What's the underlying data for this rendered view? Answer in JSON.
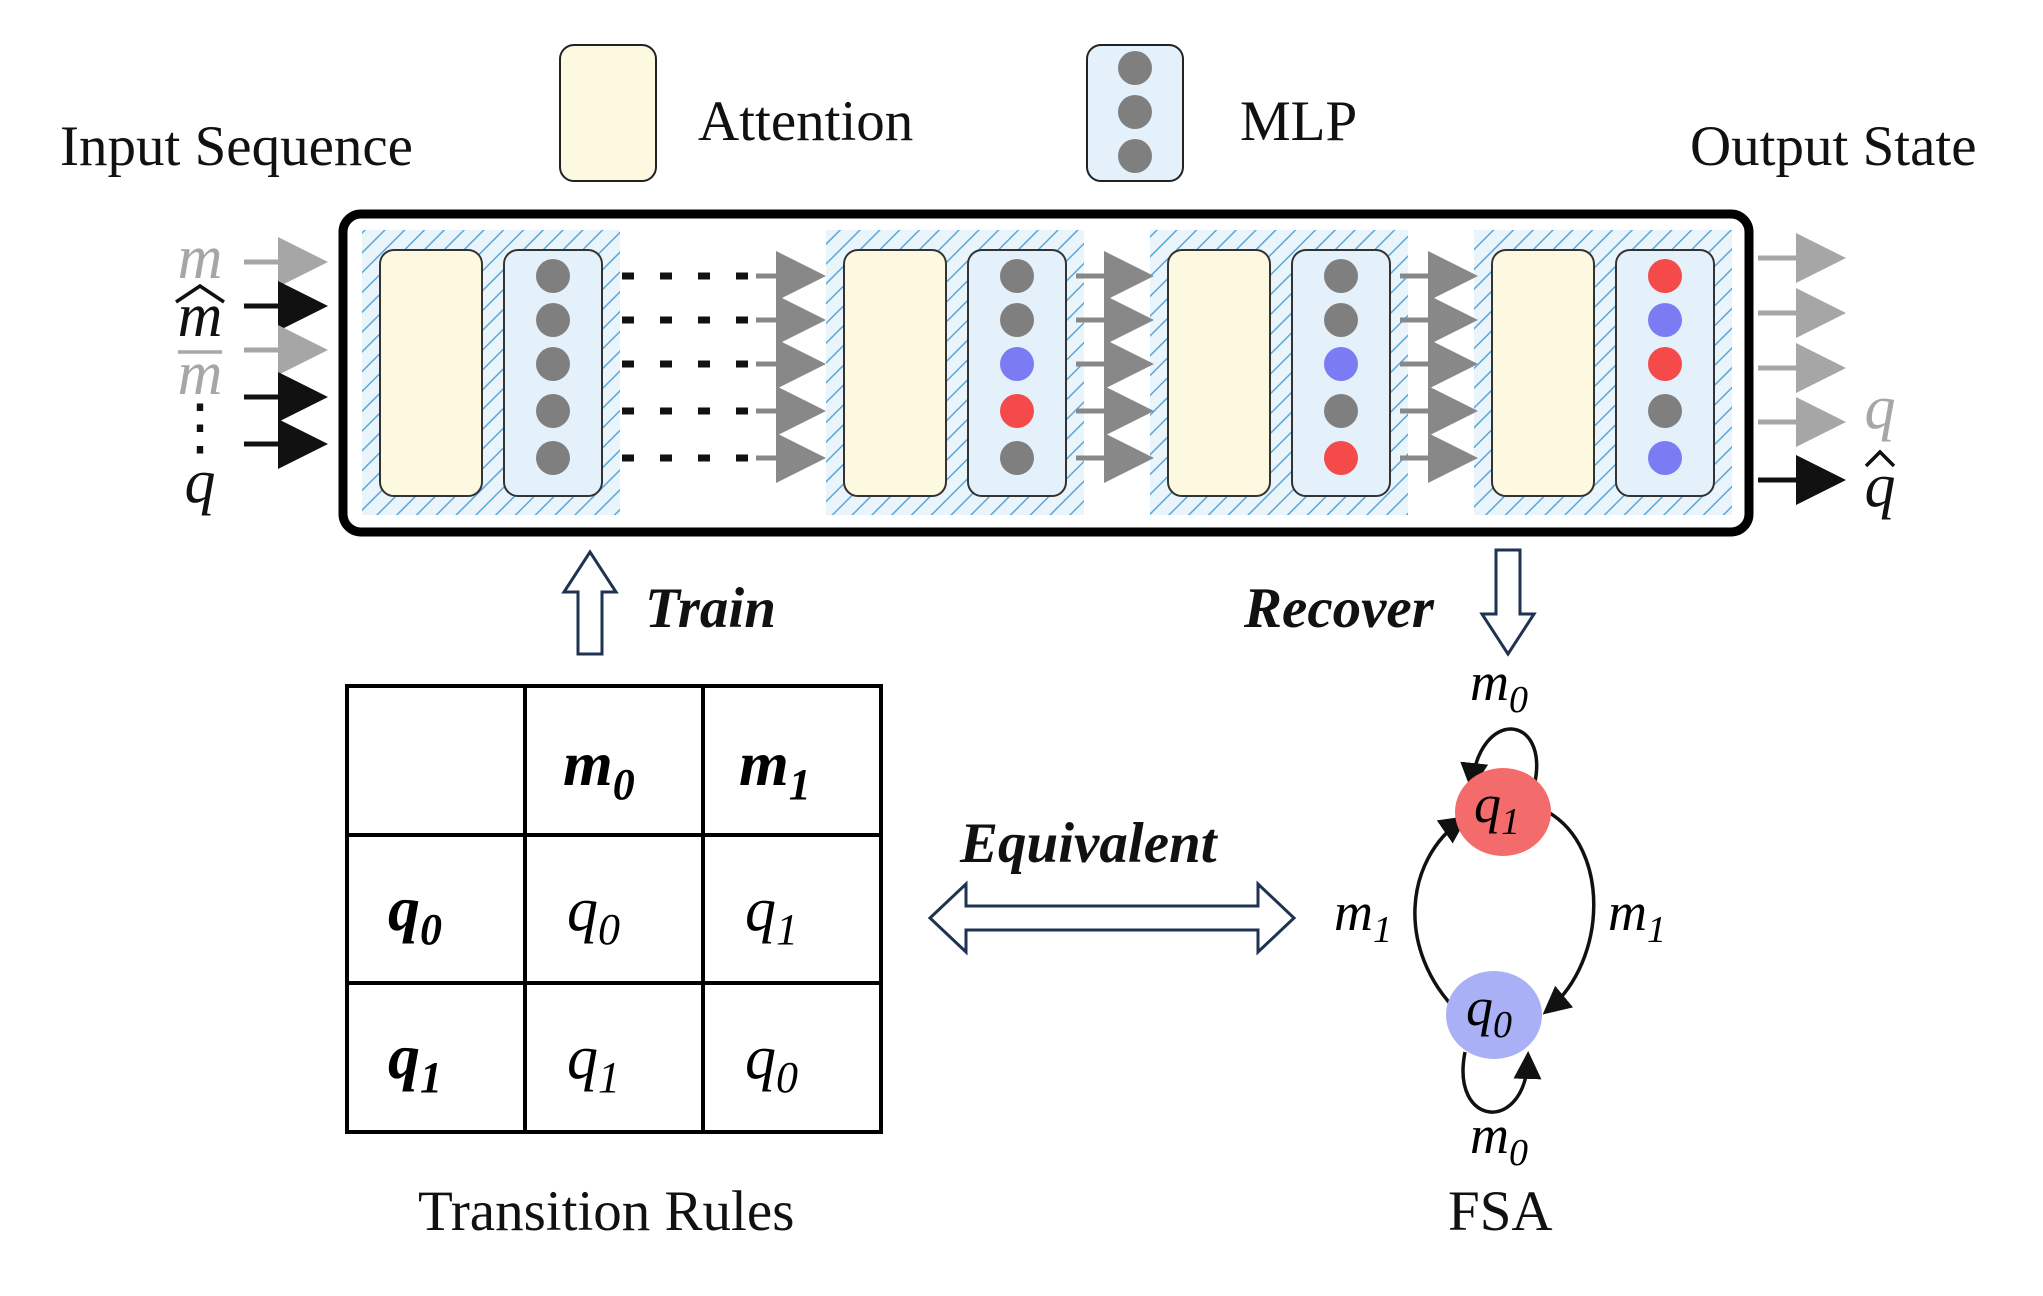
{
  "legend": {
    "attention_label": "Attention",
    "mlp_label": "MLP"
  },
  "input_sequence_label": "Input Sequence",
  "output_state_label": "Output State",
  "input_tokens": [
    {
      "glyph": "m",
      "accent": "",
      "color": "#a6a6a6"
    },
    {
      "glyph": "m",
      "accent": "hat",
      "color": "#111111"
    },
    {
      "glyph": "m",
      "accent": "bar",
      "color": "#a6a6a6"
    },
    {
      "glyph": "⋮",
      "accent": "",
      "color": "#111111"
    },
    {
      "glyph": "q",
      "accent": "",
      "color": "#111111"
    }
  ],
  "output_tokens": [
    {
      "glyph": "q",
      "accent": "",
      "color": "#a6a6a6"
    },
    {
      "glyph": "q",
      "accent": "hat",
      "color": "#111111"
    }
  ],
  "mlp_columns": [
    [
      "#7f7f7f",
      "#7f7f7f",
      "#7f7f7f",
      "#7f7f7f",
      "#7f7f7f"
    ],
    [
      "#7f7f7f",
      "#7f7f7f",
      "#7b7cf3",
      "#f44a4a",
      "#7f7f7f"
    ],
    [
      "#7f7f7f",
      "#7f7f7f",
      "#7b7cf3",
      "#7f7f7f",
      "#f44a4a"
    ],
    [
      "#f44a4a",
      "#7b7cf3",
      "#f44a4a",
      "#7f7f7f",
      "#7b7cf3"
    ]
  ],
  "train_label": "Train",
  "recover_label": "Recover",
  "equivalent_label": "Equivalent",
  "table": {
    "caption": "Transition Rules",
    "header": [
      {
        "base": "",
        "sub": ""
      },
      {
        "base": "m",
        "sub": "0"
      },
      {
        "base": "m",
        "sub": "1"
      }
    ],
    "rows": [
      {
        "state": {
          "base": "q",
          "sub": "0"
        },
        "cells": [
          {
            "base": "q",
            "sub": "0"
          },
          {
            "base": "q",
            "sub": "1"
          }
        ]
      },
      {
        "state": {
          "base": "q",
          "sub": "1"
        },
        "cells": [
          {
            "base": "q",
            "sub": "1"
          },
          {
            "base": "q",
            "sub": "0"
          }
        ]
      }
    ]
  },
  "fsa": {
    "caption": "FSA",
    "q1": {
      "base": "q",
      "sub": "1",
      "color": "#f46b6b"
    },
    "q0": {
      "base": "q",
      "sub": "0",
      "color": "#aab0f5"
    },
    "edge_labels": {
      "self_top": {
        "base": "m",
        "sub": "0"
      },
      "self_bottom": {
        "base": "m",
        "sub": "0"
      },
      "left": {
        "base": "m",
        "sub": "1"
      },
      "right": {
        "base": "m",
        "sub": "1"
      }
    }
  },
  "colors": {
    "attention_fill": "#fdf8e0",
    "mlp_fill": "#e4f1fb",
    "hatch": "#5aa7d9",
    "border": "#000000",
    "gray_arrow": "#888888",
    "light_token": "#a6a6a6",
    "hollow_arrow": "#1f3251"
  }
}
